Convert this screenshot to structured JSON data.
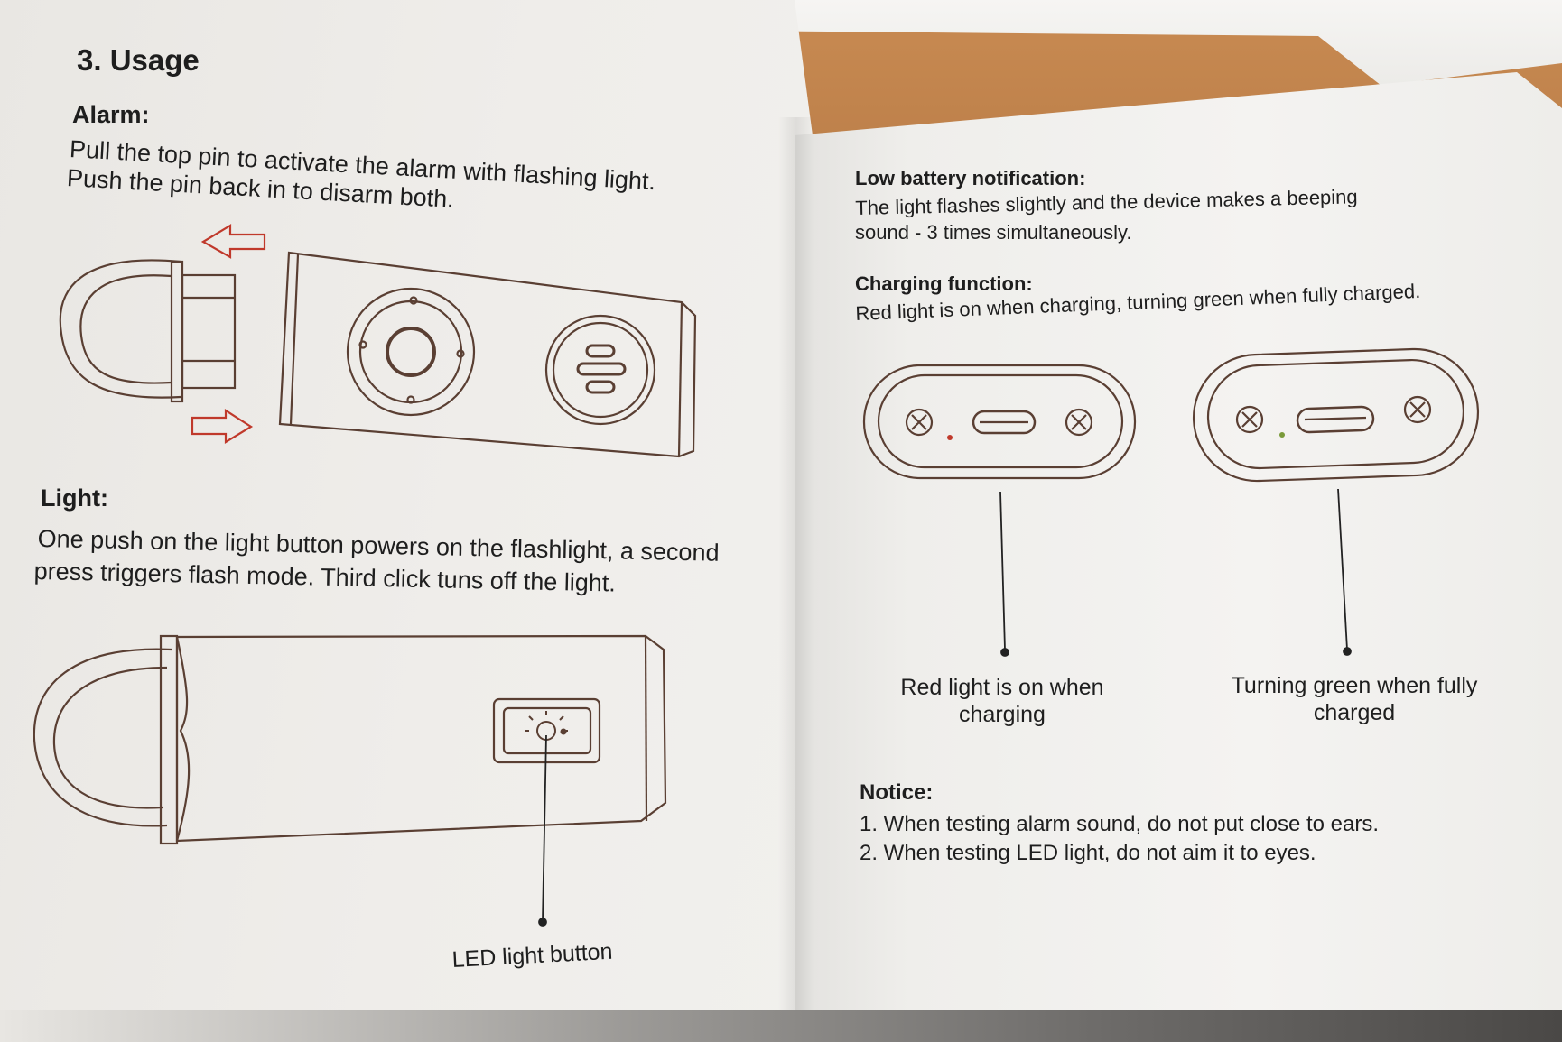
{
  "section_title": "3. Usage",
  "alarm": {
    "heading": "Alarm:",
    "line1": "Pull the top pin to activate the alarm with flashing light.",
    "line2": "Push the pin back in to disarm both."
  },
  "light": {
    "heading": "Light:",
    "line1": "One push on the light button powers on the flashlight, a second",
    "line2": "press triggers flash mode. Third click tuns off the light.",
    "button_caption": "LED light button"
  },
  "low_battery": {
    "heading": "Low battery notification:",
    "line1": "The light flashes slightly and the device makes a beeping",
    "line2": "sound - 3 times simultaneously."
  },
  "charging": {
    "heading": "Charging function:",
    "line1": "Red light is on when charging, turning green when fully charged.",
    "caption_red_1": "Red light is on when",
    "caption_red_2": "charging",
    "caption_green_1": "Turning green when fully",
    "caption_green_2": "charged",
    "indicator_colors": {
      "charging": "#c0392b",
      "charged": "#7a9a3a"
    }
  },
  "notice": {
    "heading": "Notice:",
    "item1": "1. When testing alarm sound, do not put close to ears.",
    "item2": "2. When testing LED light, do not aim it to eyes."
  },
  "colors": {
    "arrow": "#c0392b",
    "illustration_stroke": "#5a3f33"
  }
}
